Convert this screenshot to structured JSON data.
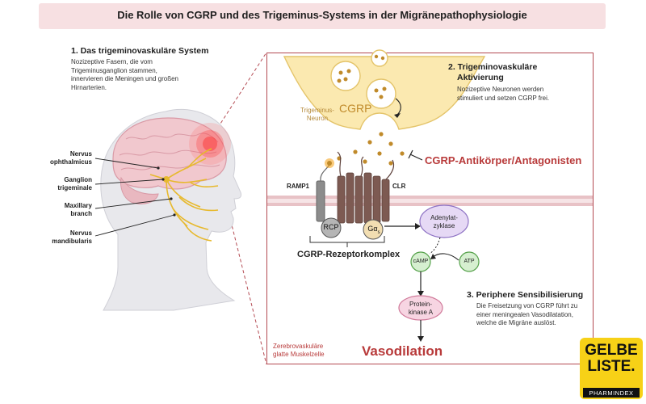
{
  "title": "Die Rolle von CGRP und des Trigeminus-Systems in der Migränepathophysiologie",
  "section1": {
    "title": "1. Das trigeminovaskuläre System",
    "desc_lines": [
      "Nozizeptive Fasern, die vom",
      "Trigeminusganglion stammen,",
      "innervieren die Meningen und großen",
      "Hirnarterien."
    ]
  },
  "nerve_labels": {
    "ophthalmicus": [
      "Nervus",
      "ophthalmicus"
    ],
    "ganglion": [
      "Ganglion",
      "trigeminale"
    ],
    "maxillary": [
      "Maxillary",
      "branch"
    ],
    "mandibularis": [
      "Nervus",
      "mandibularis"
    ]
  },
  "section2": {
    "title_lines": [
      "2. Trigeminovaskuläre",
      "Aktivierung"
    ],
    "desc_lines": [
      "Nozizeptive Neuronen werden",
      "stimuliert und setzen CGRP frei."
    ]
  },
  "neuron_label": [
    "Trigeminus-",
    "Neuron"
  ],
  "cgrp_label": "CGRP",
  "antagonist_label": "CGRP-Antikörper/Antagonisten",
  "ramp1_label": "RAMP1",
  "clr_label": "CLR",
  "rcp_label": "RCP",
  "galpha_label": "Gα",
  "galpha_sub": "s",
  "receptor_complex_label": "CGRP-Rezeptorkomplex",
  "adenylate_cyclase": [
    "Adenylat-",
    "zyklase"
  ],
  "camp_label": "cAMP",
  "atp_label": "ATP",
  "pka_label": [
    "Protein-",
    "kinase A"
  ],
  "section3": {
    "title": "3. Periphere Sensibilisierung",
    "desc_lines": [
      "Die Freisetzung von CGRP führt zu",
      "einer meningealen Vasodilatation,",
      "welche die Migräne auslöst."
    ]
  },
  "smooth_muscle_label": [
    "Zerebrovaskuläre",
    "glatte Muskelzelle"
  ],
  "vasodilation_label": "Vasodilation",
  "logo": {
    "line1": "GELBE",
    "line2": "LISTE.",
    "sub": "PHARMINDEX"
  },
  "colors": {
    "accent_red": "#b83a3a",
    "title_bg": "#f7e0e2",
    "neuron_yellow": "#fbe9b0",
    "cgrp_gold": "#c08a2a",
    "receptor_brown": "#7d5a52",
    "logo_yellow": "#f7d117"
  }
}
